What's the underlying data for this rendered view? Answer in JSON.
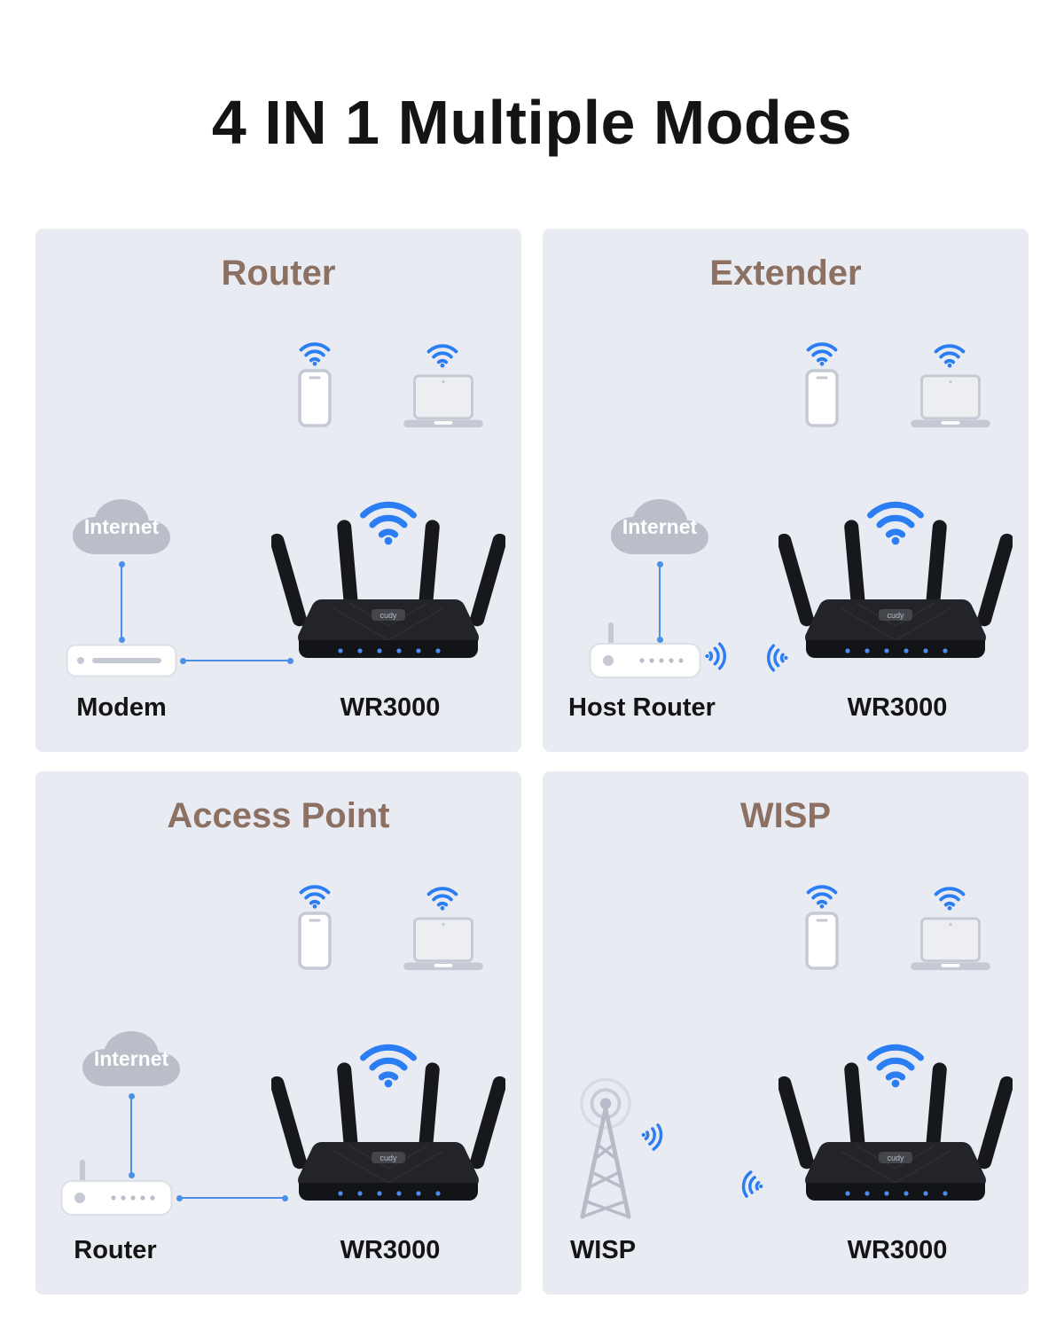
{
  "title": "4 IN 1 Multiple Modes",
  "product": {
    "logo": "cudy"
  },
  "panels": [
    {
      "heading": "Router",
      "cloud_label": "Internet",
      "source_label": "Modem",
      "product_label": "WR3000"
    },
    {
      "heading": "Extender",
      "cloud_label": "Internet",
      "source_label": "Host Router",
      "product_label": "WR3000"
    },
    {
      "heading": "Access Point",
      "cloud_label": "Internet",
      "source_label": "Router",
      "product_label": "WR3000"
    },
    {
      "heading": "WISP",
      "source_label": "WISP",
      "product_label": "WR3000"
    }
  ],
  "colors": {
    "page_bg": "#ffffff",
    "panel_bg": "#e9ebf3",
    "heading": "#8c7163",
    "wifi_blue": "#2a7df2",
    "connector_blue": "#4a90e8",
    "device_gray": "#c5c9d3",
    "cloud_gray": "#b9bec9",
    "text": "#141414"
  }
}
